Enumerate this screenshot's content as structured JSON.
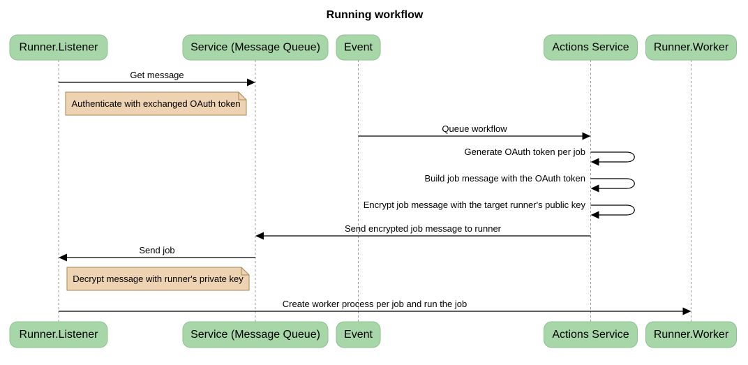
{
  "title": "Running workflow",
  "actors": [
    {
      "id": "runner-listener",
      "label": "Runner.Listener"
    },
    {
      "id": "service-message-queue",
      "label": "Service (Message Queue)"
    },
    {
      "id": "event",
      "label": "Event"
    },
    {
      "id": "actions-service",
      "label": "Actions Service"
    },
    {
      "id": "runner-worker",
      "label": "Runner.Worker"
    }
  ],
  "messages": [
    {
      "label": "Get message",
      "from": "Runner.Listener",
      "to": "Service (Message Queue)",
      "type": "solid-arrow"
    },
    {
      "label": "Queue workflow",
      "from": "Event",
      "to": "Actions Service",
      "type": "solid-arrow"
    },
    {
      "label": "Generate OAuth token per job",
      "from": "Actions Service",
      "to": "Actions Service",
      "type": "self-loop"
    },
    {
      "label": "Build job message with the OAuth token",
      "from": "Actions Service",
      "to": "Actions Service",
      "type": "self-loop"
    },
    {
      "label": "Encrypt job message with the target runner's public key",
      "from": "Actions Service",
      "to": "Actions Service",
      "type": "self-loop"
    },
    {
      "label": "Send encrypted job message to runner",
      "from": "Actions Service",
      "to": "Service (Message Queue)",
      "type": "solid-arrow"
    },
    {
      "label": "Send job",
      "from": "Service (Message Queue)",
      "to": "Runner.Listener",
      "type": "solid-arrow"
    },
    {
      "label": "Create worker process per job and run the job",
      "from": "Runner.Listener",
      "to": "Runner.Worker",
      "type": "solid-arrow"
    }
  ],
  "notes": [
    {
      "label": "Authenticate with exchanged OAuth token",
      "position": "right of Runner.Listener"
    },
    {
      "label": "Decrypt message with runner's private key",
      "position": "right of Runner.Listener"
    }
  ],
  "colors": {
    "background": "#ffffff",
    "actor_fill": "#a7d7a9",
    "actor_border": "#8cc08f",
    "note_fill": "#eed3b2",
    "note_border": "#aa8453",
    "lifeline": "#999999",
    "message_line": "#000000",
    "text": "#000000"
  }
}
